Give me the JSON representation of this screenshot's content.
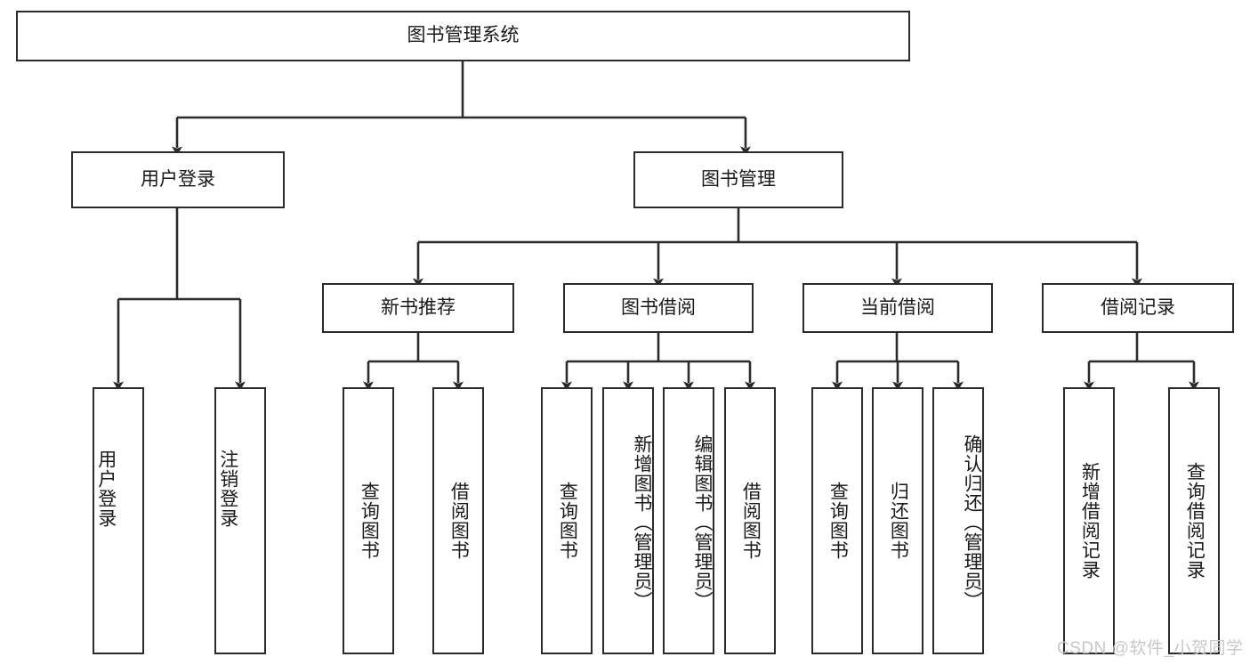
{
  "diagram": {
    "type": "tree-hierarchy",
    "title": "图书管理系统",
    "orientation": "top-down",
    "edge_style": "orthogonal-arrow",
    "colors": {
      "box_border": "#2b2b2b",
      "box_fill": "#ffffff",
      "edge": "#2b2b2b",
      "text": "#1a1a1a",
      "watermark": "#c8c8c8"
    },
    "levels": [
      {
        "level": 1,
        "nodes": [
          {
            "id": "root",
            "label": "图书管理系统",
            "orientation": "horizontal"
          }
        ]
      },
      {
        "level": 2,
        "nodes": [
          {
            "id": "user-login",
            "label": "用户登录",
            "orientation": "horizontal",
            "parent": "root"
          },
          {
            "id": "book-mgmt",
            "label": "图书管理",
            "orientation": "horizontal",
            "parent": "root"
          }
        ]
      },
      {
        "level": 3,
        "nodes": [
          {
            "id": "new-book-rec",
            "label": "新书推荐",
            "orientation": "horizontal",
            "parent": "book-mgmt"
          },
          {
            "id": "book-borrow",
            "label": "图书借阅",
            "orientation": "horizontal",
            "parent": "book-mgmt"
          },
          {
            "id": "current-borrow",
            "label": "当前借阅",
            "orientation": "horizontal",
            "parent": "book-mgmt"
          },
          {
            "id": "borrow-record",
            "label": "借阅记录",
            "orientation": "horizontal",
            "parent": "book-mgmt"
          }
        ]
      },
      {
        "level": 4,
        "nodes": [
          {
            "id": "leaf-user-login",
            "label": "用户登录",
            "orientation": "vertical",
            "parent": "user-login",
            "align": "bottom"
          },
          {
            "id": "leaf-logout",
            "label": "注销登录",
            "orientation": "vertical",
            "parent": "user-login",
            "align": "bottom"
          },
          {
            "id": "leaf-query-book-1",
            "label": "查询图书",
            "orientation": "vertical",
            "parent": "new-book-rec",
            "align": "mid"
          },
          {
            "id": "leaf-borrow-book-1",
            "label": "借阅图书",
            "orientation": "vertical",
            "parent": "new-book-rec",
            "align": "mid"
          },
          {
            "id": "leaf-query-book-2",
            "label": "查询图书",
            "orientation": "vertical",
            "parent": "book-borrow",
            "align": "mid"
          },
          {
            "id": "leaf-add-book",
            "label": "新增图书（管理员）",
            "orientation": "vertical",
            "parent": "book-borrow",
            "align": "top"
          },
          {
            "id": "leaf-edit-book",
            "label": "编辑图书（管理员）",
            "orientation": "vertical",
            "parent": "book-borrow",
            "align": "top"
          },
          {
            "id": "leaf-borrow-book-2",
            "label": "借阅图书",
            "orientation": "vertical",
            "parent": "book-borrow",
            "align": "mid"
          },
          {
            "id": "leaf-query-book-3",
            "label": "查询图书",
            "orientation": "vertical",
            "parent": "current-borrow",
            "align": "mid"
          },
          {
            "id": "leaf-return-book",
            "label": "归还图书",
            "orientation": "vertical",
            "parent": "current-borrow",
            "align": "mid"
          },
          {
            "id": "leaf-confirm-return",
            "label": "确认归还（管理员）",
            "orientation": "vertical",
            "parent": "current-borrow",
            "align": "top"
          },
          {
            "id": "leaf-add-record",
            "label": "新增借阅记录",
            "orientation": "vertical",
            "parent": "borrow-record",
            "align": "mid"
          },
          {
            "id": "leaf-query-record",
            "label": "查询借阅记录",
            "orientation": "vertical",
            "parent": "borrow-record",
            "align": "mid"
          }
        ]
      }
    ]
  },
  "watermark": {
    "text": "CSDN @软件_小贺同学"
  }
}
